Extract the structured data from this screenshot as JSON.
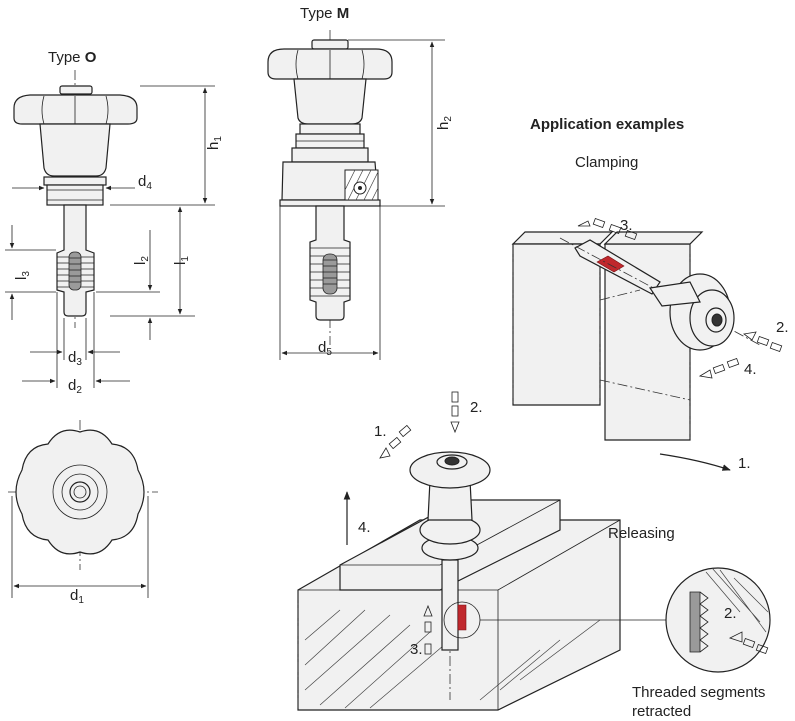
{
  "labels": {
    "type_o_prefix": "Type ",
    "type_o_letter": "O",
    "type_m_prefix": "Type ",
    "type_m_letter": "M",
    "application_title": "Application examples",
    "clamping": "Clamping",
    "releasing": "Releasing",
    "threaded_line1": "Threaded segments",
    "threaded_line2": "retracted"
  },
  "dimensions": {
    "h1": {
      "main": "h",
      "sub": "1"
    },
    "h2": {
      "main": "h",
      "sub": "2"
    },
    "d1": {
      "main": "d",
      "sub": "1"
    },
    "d2": {
      "main": "d",
      "sub": "2"
    },
    "d3": {
      "main": "d",
      "sub": "3"
    },
    "d4": {
      "main": "d",
      "sub": "4"
    },
    "d5": {
      "main": "d",
      "sub": "5"
    },
    "l1": {
      "main": "l",
      "sub": "1"
    },
    "l2": {
      "main": "l",
      "sub": "2"
    },
    "l3": {
      "main": "l",
      "sub": "3"
    }
  },
  "steps": {
    "clamp_1": "1.",
    "clamp_2": "2.",
    "clamp_3": "3.",
    "clamp_4": "4.",
    "release_1": "1.",
    "release_2": "2.",
    "release_3": "3.",
    "release_4": "4.",
    "detail_2": "2."
  }
}
